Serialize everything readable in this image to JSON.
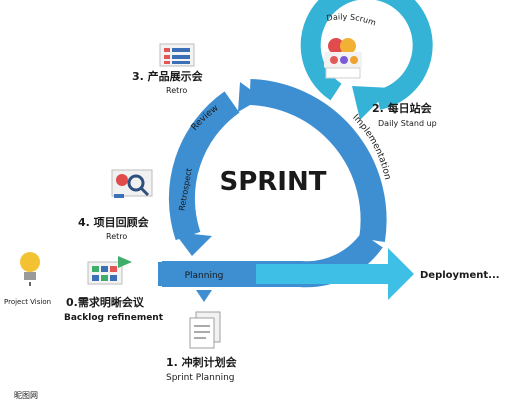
{
  "center": {
    "title": "SPRINT"
  },
  "ring": {
    "review": "Review",
    "retrospect": "Retrospect",
    "implementation": "Implementation",
    "planning": "Planning",
    "daily_scrum": "Daily Scrum"
  },
  "steps": {
    "daily": {
      "cn": "2. 每日站会",
      "en": "Daily Stand up"
    },
    "showcase": {
      "cn": "3. 产品展示会",
      "en": "Retro"
    },
    "review": {
      "cn": "4. 项目回顾会",
      "en": "Retro"
    },
    "backlog": {
      "cn": "0.需求明晰会议",
      "en": "Backlog refinement"
    },
    "planning": {
      "cn": "1. 冲刺计划会",
      "en": "Sprint Planning"
    }
  },
  "project_vision": "Project Vision",
  "deployment": "Deployment...",
  "watermark": "昵图网",
  "colors": {
    "ring": "#3e8ed2",
    "ring_dark": "#2f78bb",
    "teal": "#35b3d7",
    "deploy": "#3ec0e6",
    "text": "#1a1a1a"
  }
}
